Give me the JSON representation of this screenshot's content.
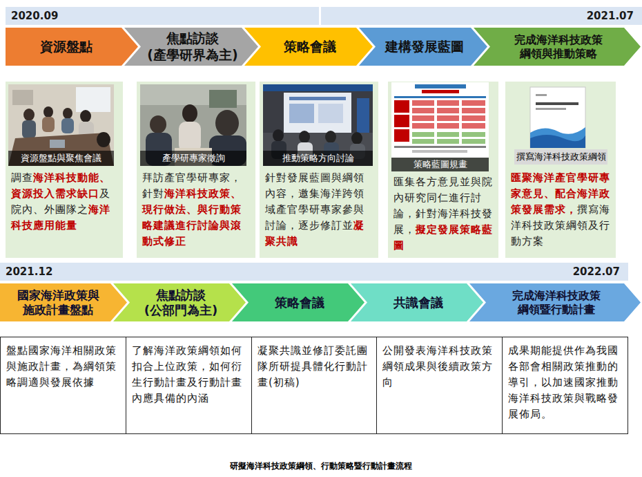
{
  "diagram": {
    "caption": "研擬海洋科技政策綱領、行動策略暨行動計畫流程",
    "nodes": [
      {
        "text": [
          "2020.09",
          "2021.07"
        ]
      },
      {
        "text": [
          "資源盤點"
        ]
      },
      {
        "text": [
          "焦點訪談 (產學研界為主)"
        ]
      },
      {
        "text": [
          "策略會議"
        ]
      },
      {
        "text": [
          "建構發展藍圖"
        ]
      },
      {
        "text": [
          "完成海洋科技政策綱領與推動策略"
        ]
      },
      {
        "text": [
          "調查海洋科技動能、資源投入需求缺口及院內、外團隊之海洋科技應用能量"
        ]
      },
      {
        "text": [
          "資源盤點與聚焦會議"
        ],
        "in": 6
      },
      {
        "text": [
          "拜訪產官學研專家，針對海洋科技政策、現行做法、與行動策略建議進行討論與滾動式修正"
        ]
      },
      {
        "text": [
          "產學研專家徵詢"
        ],
        "in": 8
      },
      {
        "text": [
          "針對發展藍圖與綱領內容，邀集海洋跨領域產官學研專家參與討論，逐步修訂並凝聚共識"
        ]
      },
      {
        "text": [
          "推動策略方向討論"
        ],
        "in": 10
      },
      {
        "text": [
          "匯集各方意見並與院內研究同仁進行討論，針對海洋科技發展，擬定發展策略藍圖"
        ]
      },
      {
        "text": [
          "策略藍圖規畫"
        ],
        "in": 12
      },
      {
        "text": [
          "匯聚海洋產官學研專家意見、配合海洋政策發展需求，撰寫海洋科技政策綱領及行動方案"
        ]
      },
      {
        "text": [
          "撰寫海洋科技政策綱領"
        ],
        "in": 14
      },
      {
        "text": [
          "2021.12",
          "2022.07"
        ]
      },
      {
        "text": [
          "國家海洋政策與施政計畫盤點"
        ]
      },
      {
        "text": [
          "焦點訪談 (公部門為主)"
        ]
      },
      {
        "text": [
          "策略會議"
        ]
      },
      {
        "text": [
          "共識會議"
        ]
      },
      {
        "text": [
          "完成海洋科技政策綱領暨行動計畫"
        ]
      },
      {
        "text": [
          "盤點國家海洋相關政策與施政計畫，為綱領策略調適與發展依據"
        ]
      },
      {
        "text": [
          "了解海洋政策綱領如何扣合上位政策，如何衍生行動計畫及行動計畫內應具備的內涵"
        ]
      },
      {
        "text": [
          "凝聚共識並修訂委託團隊所研提具體化行動計畫(初稿)"
        ]
      },
      {
        "text": [
          "公開發表海洋科技政策綱領成果與後續政策方向"
        ]
      },
      {
        "text": [
          "成果期能提供作為我國各部會相關政策推動的導引，以加速國家推動海洋科技政策與戰略發展佈局。"
        ]
      }
    ]
  }
}
